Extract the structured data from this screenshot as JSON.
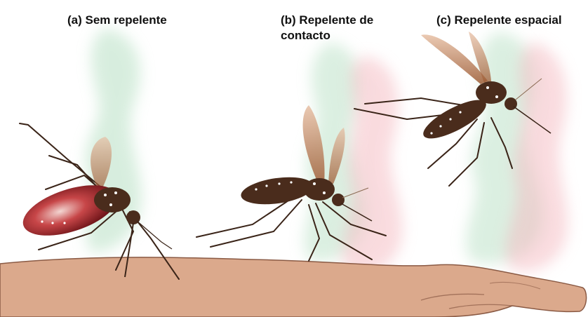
{
  "panels": [
    {
      "id": "a",
      "label": "(a) Sem repelente"
    },
    {
      "id": "b",
      "label_line1": "(b) Repelente de",
      "label_line2": "contacto"
    },
    {
      "id": "c",
      "label": "(c) Repelente espacial"
    }
  ],
  "colors": {
    "background": "#ffffff",
    "skin": "#dba98c",
    "skin_outline": "#8a5a44",
    "plume_green": "#b8e0c4",
    "plume_pink": "#f4b8bf",
    "mosquito_body": "#4a2c1c",
    "mosquito_wing": "#a4633e",
    "mosquito_spots": "#ffffff",
    "blood_abdomen": "#b0202a"
  }
}
